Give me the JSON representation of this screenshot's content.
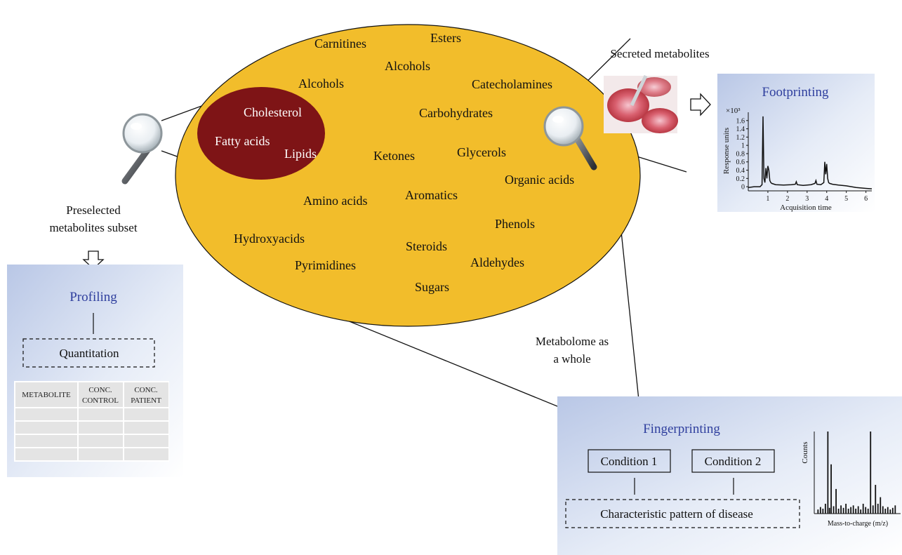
{
  "metabolome": {
    "classes": [
      "Carnitines",
      "Esters",
      "Alcohols",
      "Alcohols",
      "Catecholamines",
      "Carbohydrates",
      "Ketones",
      "Glycerols",
      "Organic acids",
      "Amino acids",
      "Aromatics",
      "Phenols",
      "Hydroxyacids",
      "Steroids",
      "Pyrimidines",
      "Aldehydes",
      "Sugars"
    ],
    "lipid_subset": [
      "Cholesterol",
      "Fatty acids",
      "Lipids"
    ],
    "colors": {
      "metabolome": "#f2bd2b",
      "lipid_subset": "#7e1416",
      "panel_blue": "#2f3f9e"
    }
  },
  "labels": {
    "preselected": [
      "Preselected",
      "metabolites subset"
    ],
    "secreted": "Secreted metabolites",
    "whole": [
      "Metabolome as",
      "a whole"
    ]
  },
  "profiling": {
    "title": "Profiling",
    "step": "Quantitation",
    "table_headers": [
      "METABOLITE",
      [
        "CONC.",
        "CONTROL"
      ],
      [
        "CONC.",
        "PATIENT"
      ]
    ],
    "empty_rows": 4
  },
  "footprinting": {
    "title": "Footprinting",
    "chart_data": {
      "type": "line",
      "xlabel": "Acquisition time",
      "ylabel": "Response units",
      "y_multiplier": "×10³",
      "x_ticks": [
        "1",
        "2",
        "3",
        "4",
        "5",
        "6"
      ],
      "y_ticks": [
        "1.6",
        "1.4",
        "1.2",
        "1",
        "0.8",
        "0.6",
        "0.4",
        "0.2",
        "0"
      ],
      "xlim": [
        0,
        6.3
      ],
      "ylim": [
        -0.1,
        1.8
      ],
      "series": [
        {
          "x": [
            0,
            0.3,
            0.6,
            0.7,
            0.75,
            0.8,
            0.85,
            0.9,
            0.95,
            1.0,
            1.05,
            1.1,
            1.15,
            1.2,
            1.4,
            1.8,
            2.2,
            2.4,
            2.45,
            2.5,
            2.8,
            3.2,
            3.4,
            3.45,
            3.5,
            3.7,
            3.85,
            3.9,
            3.95,
            4.0,
            4.05,
            4.1,
            4.15,
            4.3,
            4.6,
            5.0,
            5.5,
            6.0,
            6.3
          ],
          "y": [
            -0.02,
            0.0,
            0.0,
            0.05,
            1.7,
            0.2,
            0.1,
            0.45,
            0.2,
            0.5,
            0.4,
            0.15,
            0.1,
            0.08,
            0.05,
            0.04,
            0.05,
            0.06,
            0.12,
            0.05,
            0.03,
            0.05,
            0.08,
            0.15,
            0.06,
            0.05,
            0.1,
            0.6,
            0.3,
            0.55,
            0.2,
            0.1,
            0.08,
            0.06,
            0.04,
            0.02,
            -0.02,
            -0.04,
            -0.05
          ]
        }
      ]
    }
  },
  "fingerprinting": {
    "title": "Fingerprinting",
    "conditions": [
      "Condition 1",
      "Condition 2"
    ],
    "pattern": "Characteristic pattern of disease",
    "chart_data": {
      "type": "bar",
      "xlabel": "Mass-to-charge (m/z)",
      "ylabel": "Counts",
      "series": [
        {
          "x": [
            2,
            5,
            8,
            11,
            14,
            16,
            18,
            21,
            24,
            27,
            30,
            33,
            36,
            39,
            42,
            45,
            48,
            51,
            54,
            57,
            60,
            63,
            66,
            69,
            72,
            75,
            78,
            81,
            84,
            87,
            90,
            93,
            96
          ],
          "y": [
            5,
            8,
            6,
            12,
            100,
            7,
            60,
            9,
            30,
            6,
            10,
            7,
            12,
            6,
            8,
            10,
            6,
            9,
            5,
            12,
            8,
            6,
            100,
            10,
            35,
            12,
            20,
            9,
            6,
            8,
            5,
            7,
            10
          ]
        }
      ]
    }
  }
}
